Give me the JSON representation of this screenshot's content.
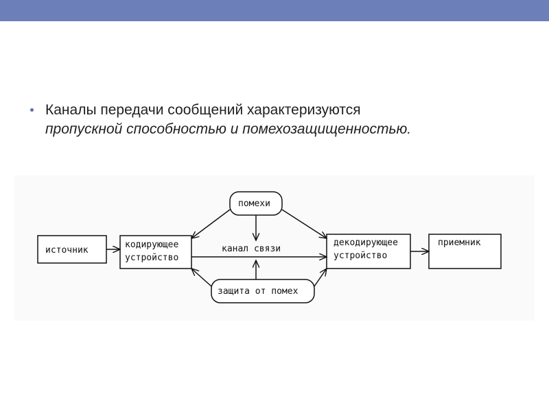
{
  "slide": {
    "accent_color": "#6d7fb9",
    "bullet": {
      "line1": "Каналы передачи сообщений характеризуются",
      "line2": "пропускной способностью и помехозащищенностью."
    }
  },
  "diagram": {
    "source": "источник",
    "encoder_line1": "кодирующее",
    "encoder_line2": "устройство",
    "noise": "помехи",
    "channel": "канал связи",
    "decoder_line1": "декодирующее",
    "decoder_line2": "устройство",
    "receiver": "приемник",
    "protection": "защита от помех"
  }
}
